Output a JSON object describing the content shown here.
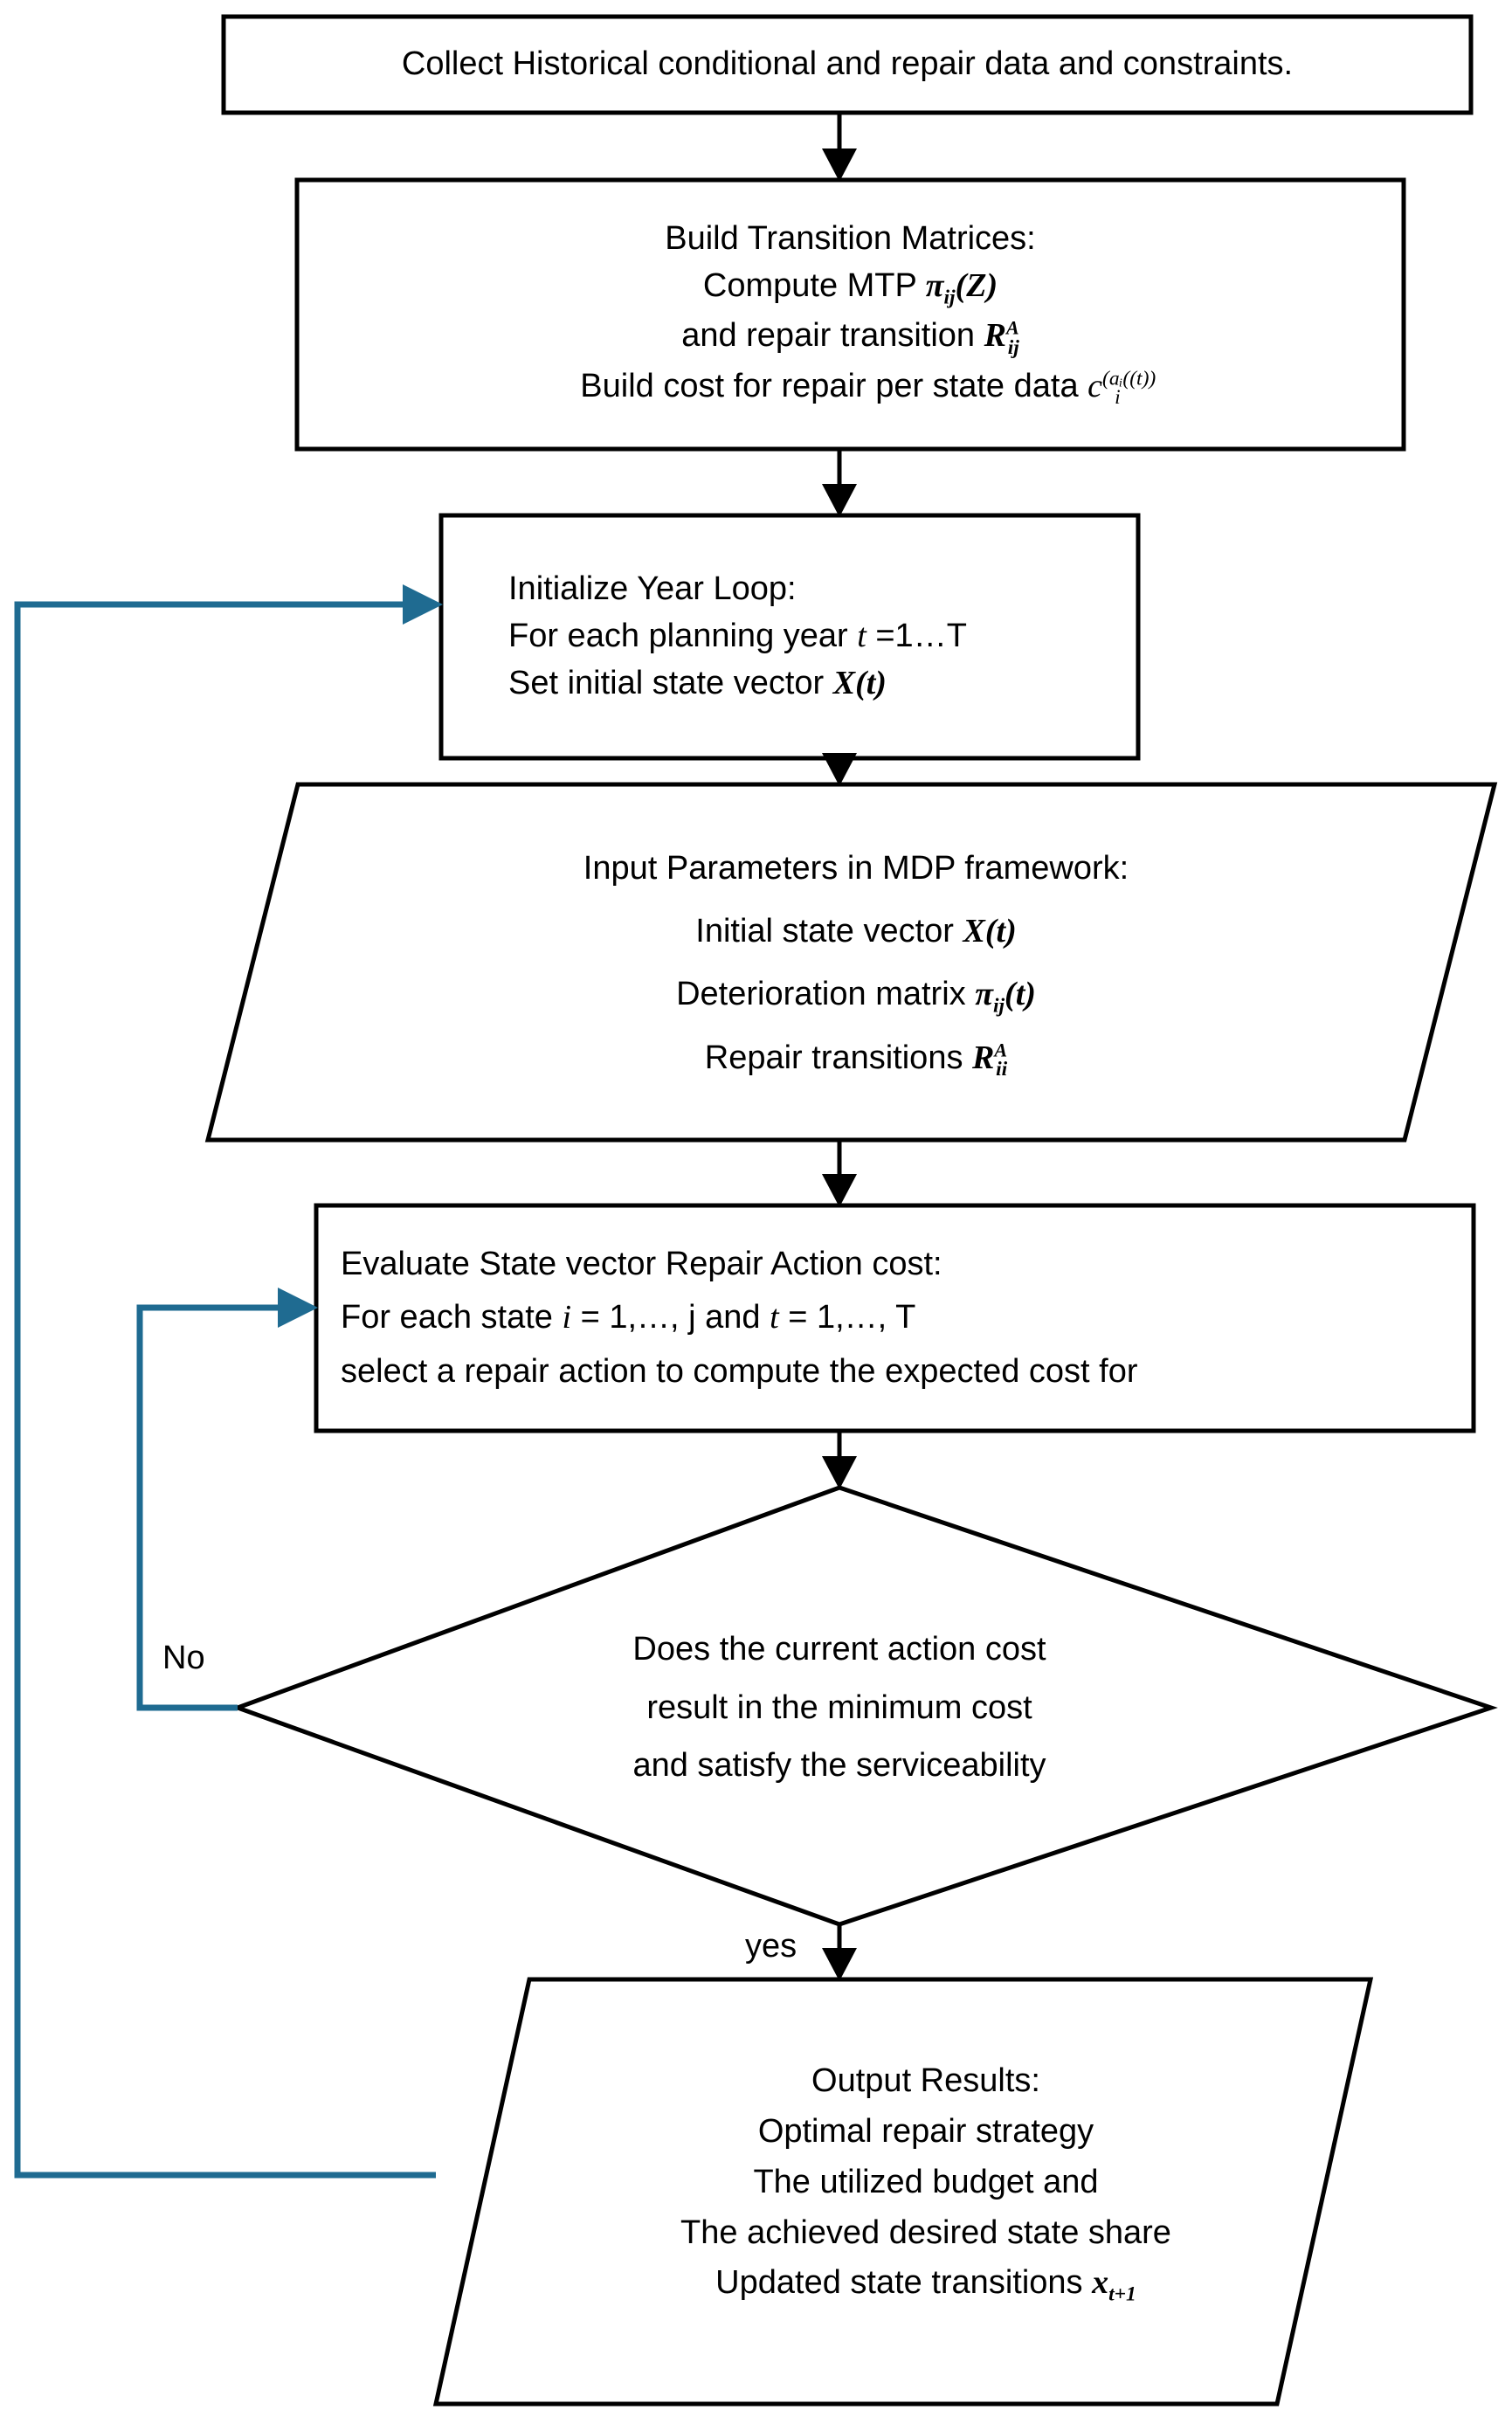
{
  "diagram": {
    "title": "MDP repair-planning flowchart",
    "accent_color": "#1f6b91",
    "line_color": "#000000",
    "background": "#ffffff"
  },
  "nodes": {
    "collect": {
      "shape": "process",
      "lines": [
        "Collect Historical conditional and repair data and constraints."
      ]
    },
    "build_matrices": {
      "shape": "process",
      "line1": "Build Transition Matrices:",
      "line2_prefix": "Compute MTP ",
      "line2_sym": "π",
      "line2_sub": "ij",
      "line2_arg": "(Z)",
      "line3_prefix": "and repair transition ",
      "line3_sym": "R",
      "line3_sup": "A",
      "line3_sub": "ij",
      "line4_prefix": "Build cost for repair per state data ",
      "line4_sym": "c",
      "line4_sub": "i",
      "line4_sup": "(aᵢ((t))"
    },
    "init_loop": {
      "shape": "process",
      "line1": "Initialize Year Loop:",
      "line2_prefix": "For each planning year ",
      "line2_var": "t",
      "line2_suffix": " =1…T",
      "line3_prefix": "Set initial state vector  ",
      "line3_sym": "X(t)"
    },
    "input_params": {
      "shape": "parallelogram",
      "line1": "Input  Parameters in MDP framework:",
      "line2_prefix": "Initial state vector ",
      "line2_sym": "X(t)",
      "line3_prefix": "Deterioration matrix ",
      "line3_sym": "π",
      "line3_sub": "ij",
      "line3_arg": "(t)",
      "line4_prefix": "Repair transitions ",
      "line4_sym": "R",
      "line4_sup": "A",
      "line4_sub": "ii"
    },
    "evaluate": {
      "shape": "process",
      "line1": "Evaluate State vector Repair Action cost:",
      "line2_a": "For each state ",
      "line2_b": "i",
      "line2_c": " = 1,…, j and ",
      "line2_d": "t",
      "line2_e": " = 1,…, T",
      "line3": "select a repair action to compute the expected cost for"
    },
    "decision": {
      "shape": "diamond",
      "line1": "Does the current action cost",
      "line2": "result in the minimum cost",
      "line3": "and satisfy the serviceability"
    },
    "output": {
      "shape": "parallelogram",
      "line1": "Output Results:",
      "line2": "Optimal repair strategy",
      "line3": "The utilized budget and",
      "line4": "The achieved desired state share",
      "line5_prefix": "Updated state transitions ",
      "line5_sym": "x",
      "line5_sub": "t+1"
    }
  },
  "edge_labels": {
    "no": "No",
    "yes": "yes"
  }
}
